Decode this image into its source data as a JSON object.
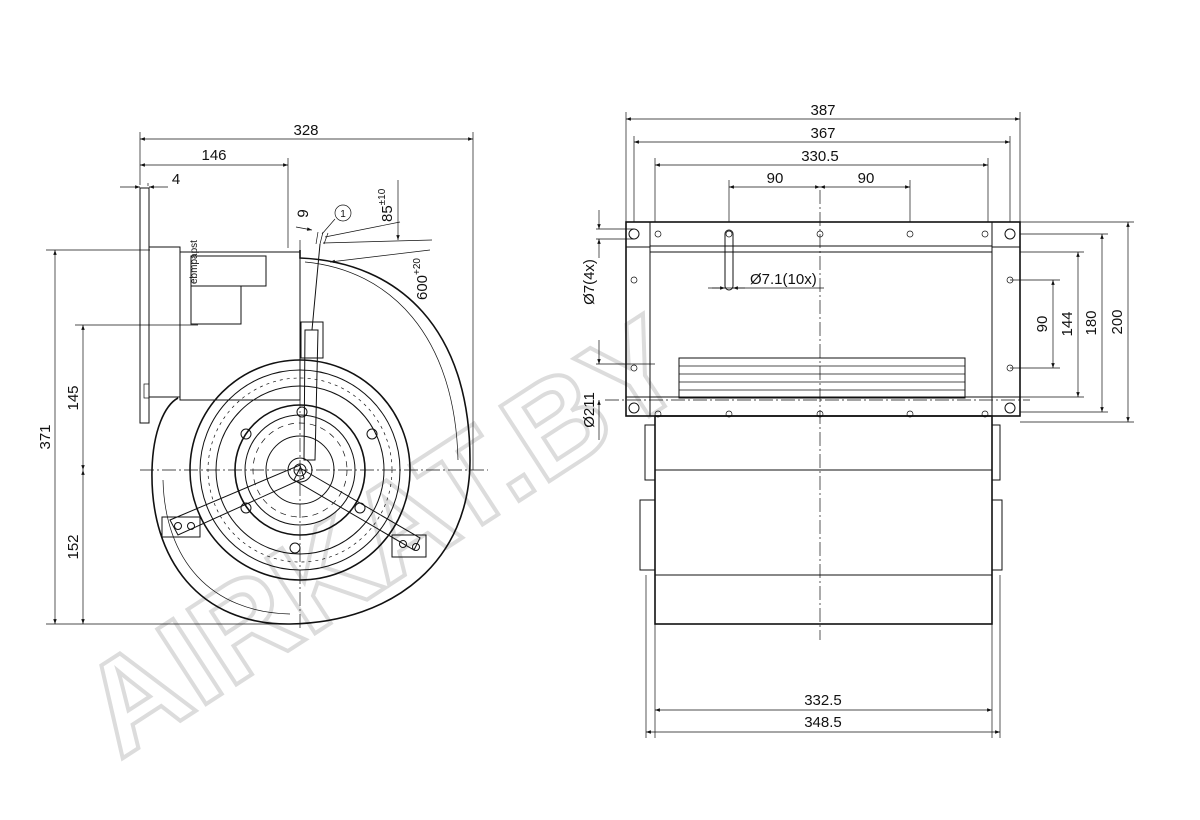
{
  "watermark": "AIRKAT.BY",
  "side_view": {
    "dims": {
      "overall_width": "328",
      "to_outlet": "146",
      "flange": "4",
      "cable_offset": "9",
      "cable_ref": "1",
      "cable_short_value": "85",
      "cable_short_tol": "±10",
      "cable_long_value": "600",
      "cable_long_tol": "+20",
      "overall_height": "371",
      "upper_height": "145",
      "lower_height": "152"
    },
    "label_plate": "ebmpapst"
  },
  "front_view": {
    "dims": {
      "overall_width": "387",
      "flange_width": "367",
      "hole_span": "330.5",
      "hole_left": "90",
      "hole_right": "90",
      "hole_callout": "Ø7.1(10x)",
      "corner_holes": "Ø7(4x)",
      "inlet_diameter": "Ø211",
      "v90": "90",
      "v144": "144",
      "v180": "180",
      "v200": "200",
      "body_width": "332.5",
      "outer_width": "348.5"
    }
  }
}
